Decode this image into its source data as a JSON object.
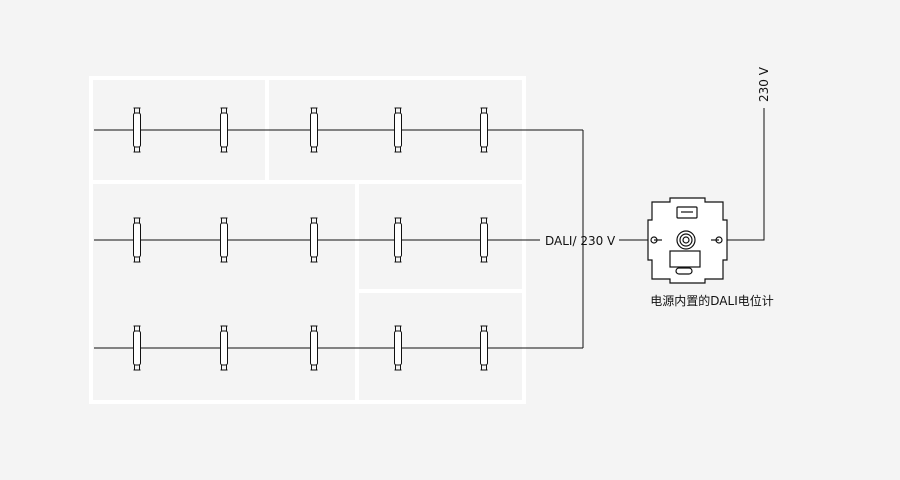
{
  "labels": {
    "bus": "DALI/ 230 V",
    "supply": "230 V",
    "device": "电源内置的DALI电位计"
  },
  "colors": {
    "background": "#f4f4f4",
    "room_border": "#ffffff",
    "wire": "#111111",
    "device_fill": "#ffffff"
  },
  "icons": {
    "lamp": "fluorescent-tube-icon",
    "device": "dali-potentiometer-icon"
  },
  "lamp_rows": [
    {
      "name": "row-1",
      "lamp_count": 5
    },
    {
      "name": "row-2",
      "lamp_count": 5
    },
    {
      "name": "row-3",
      "lamp_count": 5
    }
  ]
}
